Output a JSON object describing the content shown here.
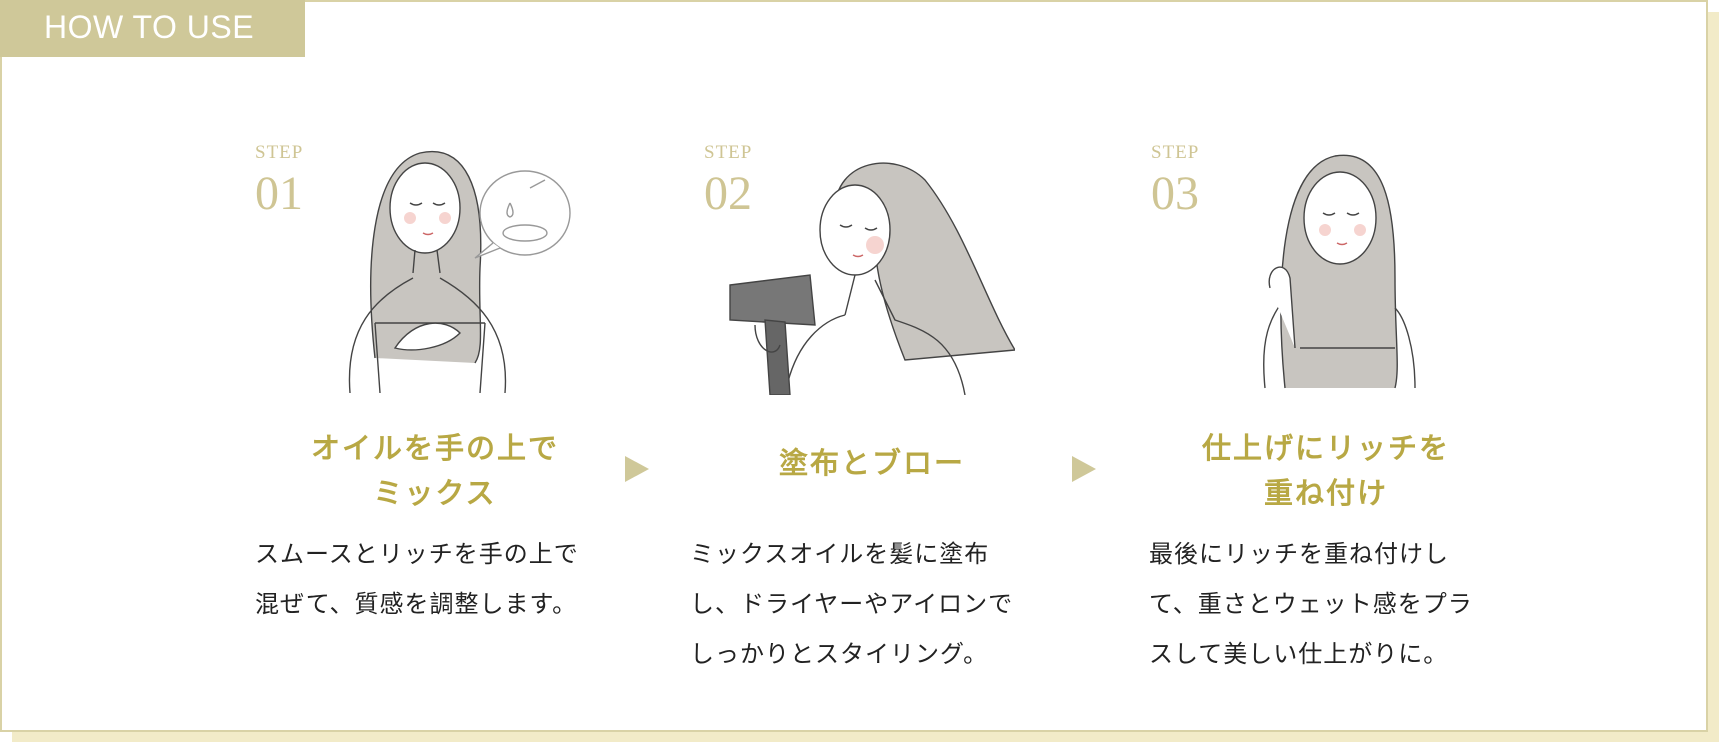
{
  "header": {
    "title": "HOW TO USE"
  },
  "steps": [
    {
      "label": "STEP",
      "number": "01",
      "title_line1": "オイルを手の上で",
      "title_line2": "ミックス",
      "desc": [
        "スムースとリッチを手の上で",
        "混ぜて、質感を調整します。"
      ]
    },
    {
      "label": "STEP",
      "number": "02",
      "title_line1": "塗布とブロー",
      "title_line2": "",
      "desc": [
        "ミックスオイルを髪に塗布",
        "し、ドライヤーやアイロンで",
        "しっかりとスタイリング。"
      ]
    },
    {
      "label": "STEP",
      "number": "03",
      "title_line1": "仕上げにリッチを",
      "title_line2": "重ね付け",
      "desc": [
        "最後にリッチを重ね付けし",
        "て、重さとウェット感をプラ",
        "スして美しい仕上がりに。"
      ]
    }
  ],
  "colors": {
    "accent": "#cfc899",
    "title": "#b8a844",
    "step": "#cfc594"
  }
}
